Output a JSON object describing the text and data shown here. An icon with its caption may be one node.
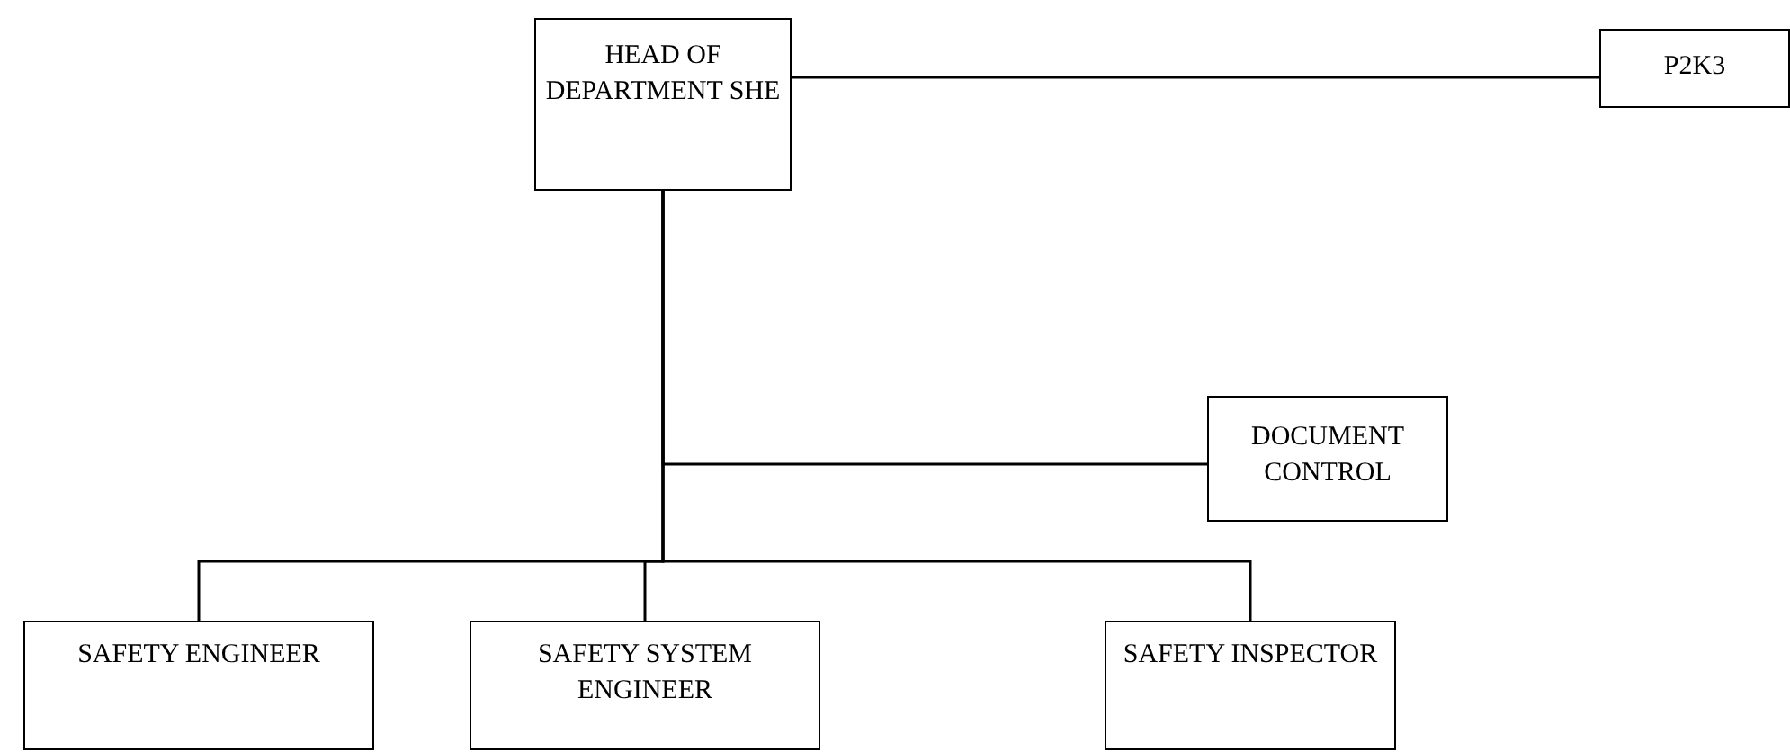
{
  "diagram": {
    "nodes": [
      {
        "text": [
          "HEAD OF DEPARTMENT SHE"
        ]
      },
      {
        "text": [
          "P2K3"
        ]
      },
      {
        "text": [
          "DOCUMENT CONTROL"
        ]
      },
      {
        "text": [
          "SAFETY ENGINEER"
        ]
      },
      {
        "text": [
          "SAFETY SYSTEM ENGINEER"
        ]
      },
      {
        "text": [
          "SAFETY INSPECTOR"
        ]
      }
    ],
    "edges": [
      {
        "from": 0,
        "to": 1,
        "arrow": "none"
      },
      {
        "from": 0,
        "to": 2,
        "arrow": "none"
      },
      {
        "from": 0,
        "to": 3,
        "arrow": "none"
      },
      {
        "from": 0,
        "to": 4,
        "arrow": "none"
      },
      {
        "from": 0,
        "to": 5,
        "arrow": "none"
      }
    ]
  }
}
